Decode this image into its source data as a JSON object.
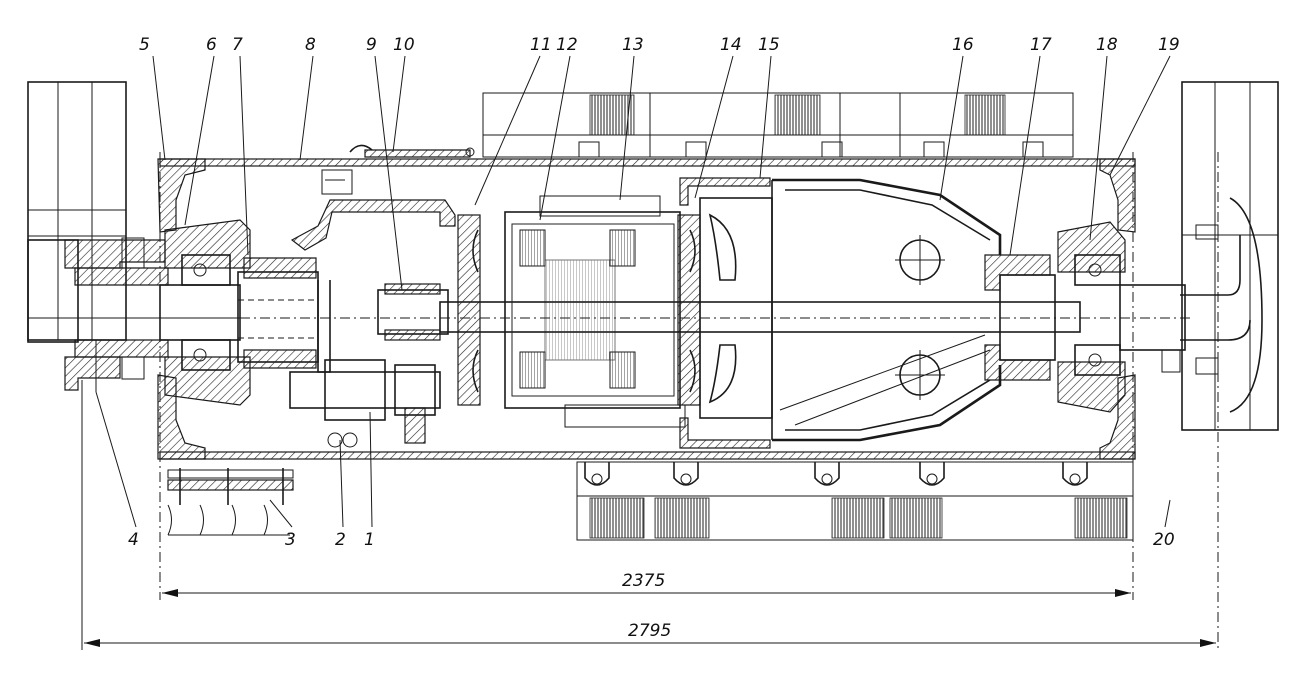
{
  "callouts": [
    "1",
    "2",
    "3",
    "4",
    "5",
    "6",
    "7",
    "8",
    "9",
    "10",
    "11",
    "12",
    "13",
    "14",
    "15",
    "16",
    "17",
    "18",
    "19",
    "20"
  ],
  "dimensions": {
    "inner_length": "2375",
    "overall_length": "2795"
  }
}
